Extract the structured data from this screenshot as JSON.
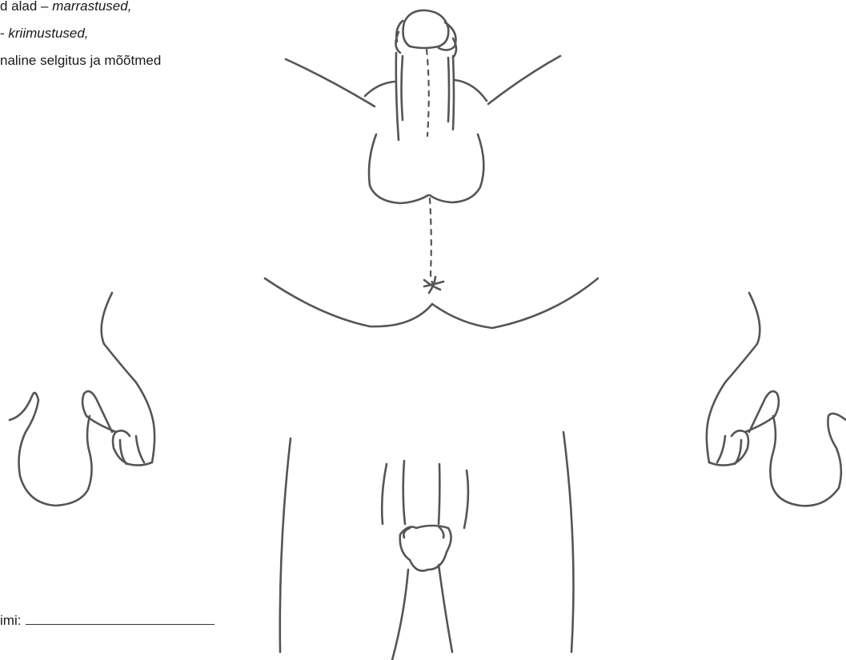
{
  "legend": {
    "line1_text": "d alad – ",
    "line1_term": "marrastused,",
    "line2_text": "- ",
    "line2_term": "kriimustused,",
    "line3_text": "naline selgitus ja mõõtmed"
  },
  "signature": {
    "label": "imi:"
  }
}
